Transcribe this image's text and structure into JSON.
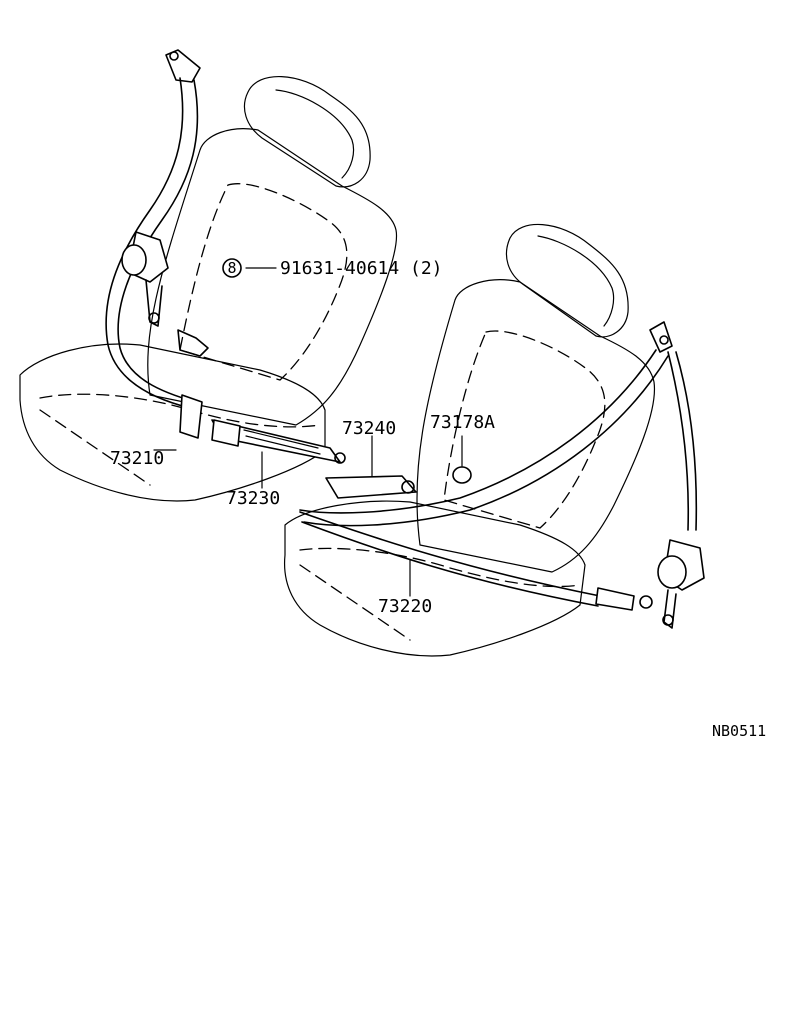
{
  "parts": {
    "bolt_callout": {
      "ref": "8",
      "part_number": "91631-40614",
      "qty": "(2)"
    },
    "p73210": "73210",
    "p73230": "73230",
    "p73240": "73240",
    "p73178a": "73178A",
    "p73220": "73220"
  },
  "figure_code": "NB0511"
}
